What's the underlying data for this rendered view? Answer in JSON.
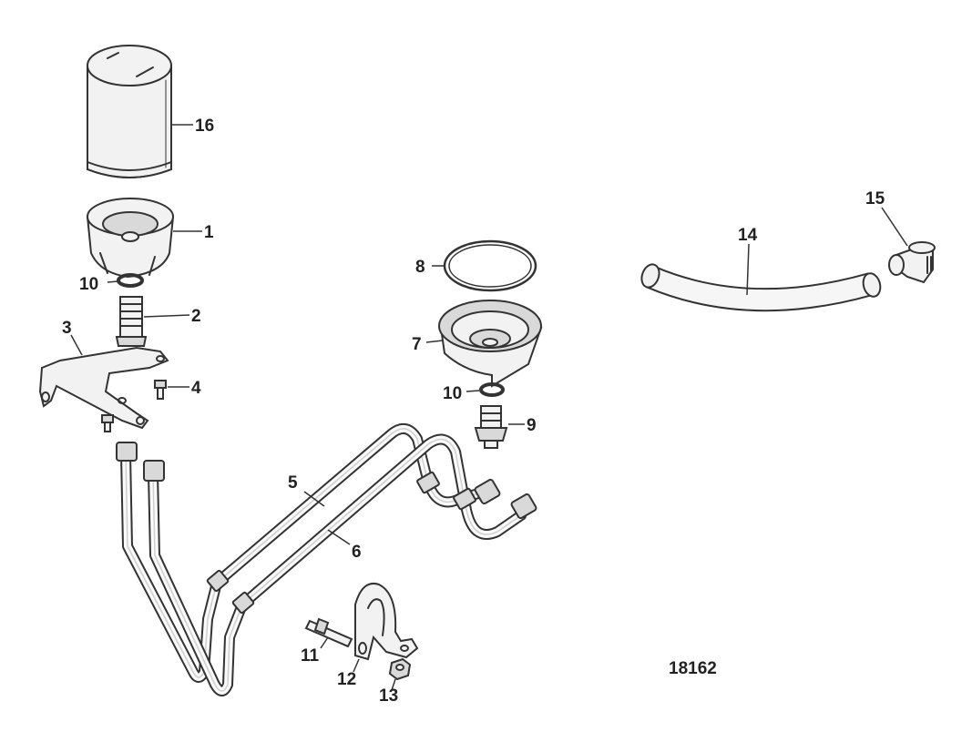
{
  "diagram": {
    "figure_number": "18162",
    "callouts": {
      "c1": "1",
      "c2": "2",
      "c3": "3",
      "c4": "4",
      "c5": "5",
      "c6": "6",
      "c7": "7",
      "c8": "8",
      "c9": "9",
      "c10a": "10",
      "c10b": "10",
      "c11": "11",
      "c12": "12",
      "c13": "13",
      "c14": "14",
      "c15": "15",
      "c16": "16"
    }
  }
}
